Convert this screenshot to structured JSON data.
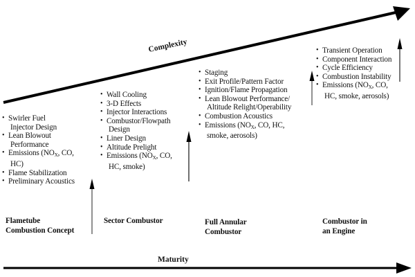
{
  "axes": {
    "complexity_label": "Complexity",
    "maturity_label": "Maturity"
  },
  "stages": [
    {
      "name_lines": [
        "Flametube",
        "Combustion Concept"
      ],
      "items": [
        {
          "lines": [
            "Swirler Fuel",
            "Injector Design"
          ]
        },
        {
          "lines": [
            "Lean Blowout",
            "Performance"
          ]
        },
        {
          "lines": [
            "Emissions (NOx, CO,",
            "HC)"
          ]
        },
        {
          "lines": [
            "Flame Stabilization"
          ]
        },
        {
          "lines": [
            "Preliminary Acoustics"
          ]
        }
      ]
    },
    {
      "name_lines": [
        "Sector Combustor"
      ],
      "items": [
        {
          "lines": [
            "Wall Cooling"
          ]
        },
        {
          "lines": [
            "3-D Effects"
          ]
        },
        {
          "lines": [
            "Injector Interactions"
          ]
        },
        {
          "lines": [
            "Combustor/Flowpath",
            "Design"
          ]
        },
        {
          "lines": [
            "Liner Design"
          ]
        },
        {
          "lines": [
            "Altitude Prelight"
          ]
        },
        {
          "lines": [
            "Emissions (NOx, CO,",
            "HC, smoke)"
          ]
        }
      ]
    },
    {
      "name_lines": [
        "Full Annular",
        "Combustor"
      ],
      "items": [
        {
          "lines": [
            "Staging"
          ]
        },
        {
          "lines": [
            "Exit Profile/Pattern Factor"
          ]
        },
        {
          "lines": [
            "Ignition/Flame Propagation"
          ]
        },
        {
          "lines": [
            "Lean Blowout Performance/",
            "Altitude Relight/Operability"
          ]
        },
        {
          "lines": [
            "Combustion Acoustics"
          ]
        },
        {
          "lines": [
            "Emissions (NOx, CO, HC,",
            "smoke, aerosols)"
          ]
        }
      ]
    },
    {
      "name_lines": [
        "Combustor in",
        "an Engine"
      ],
      "items": [
        {
          "lines": [
            "Transient Operation"
          ]
        },
        {
          "lines": [
            "Component Interaction"
          ]
        },
        {
          "lines": [
            "Cycle Efficiency"
          ]
        },
        {
          "lines": [
            "Combustion Instability"
          ]
        },
        {
          "lines": [
            "Emissions (NOx, CO,",
            "HC, smoke, aerosols)"
          ]
        }
      ]
    }
  ],
  "colors": {
    "ink": "#000000",
    "thin_arrow": "#333333",
    "background": "#ffffff"
  }
}
